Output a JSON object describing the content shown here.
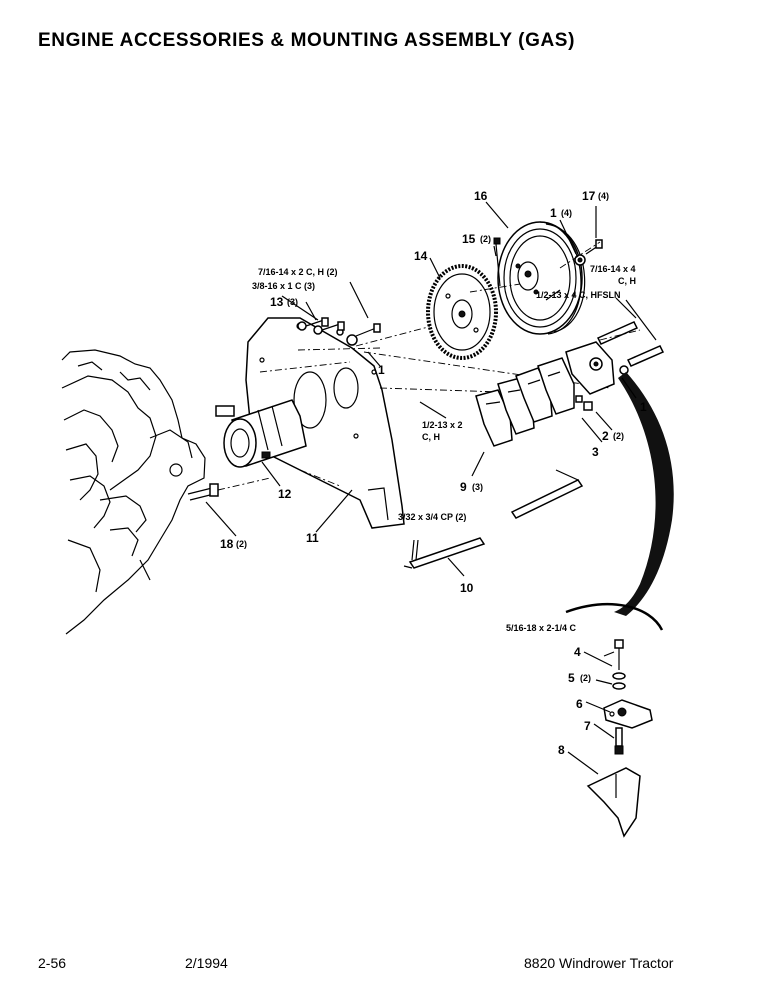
{
  "title": "ENGINE ACCESSORIES & MOUNTING ASSEMBLY (GAS)",
  "footer": {
    "page": "2-56",
    "date": "2/1994",
    "model": "8820 Windrower Tractor"
  },
  "callouts": {
    "c16": "16",
    "c17": "17",
    "c17q": "(4)",
    "c1a": "1",
    "c1aq": "(4)",
    "c15": "15",
    "c15q": "(2)",
    "c14": "14",
    "hw_716_4": "7/16-14 x 4",
    "hw_716_4b": "C, H",
    "hw_12_4": "1/2-13 x 4 C, HFSLN",
    "hw_716_2": "7/16-14 x 2 C, H (2)",
    "hw_38": "3/8-16 x 1 C (3)",
    "c13": "13",
    "c13q": "(3)",
    "c1b": "1",
    "c1c": "1",
    "hw_12_2": "1/2-13 x 2",
    "hw_12_2b": "C, H",
    "c2": "2",
    "c2q": "(2)",
    "c3": "3",
    "c9": "9",
    "c9q": "(3)",
    "c12": "12",
    "c11": "11",
    "c18": "18",
    "c18q": "(2)",
    "hw_332": "3/32 x 3/4 CP (2)",
    "c10": "10",
    "hw_516": "5/16-18 x 2-1/4 C",
    "c4": "4",
    "c5": "5",
    "c5q": "(2)",
    "c6": "6",
    "c7": "7",
    "c8": "8"
  }
}
